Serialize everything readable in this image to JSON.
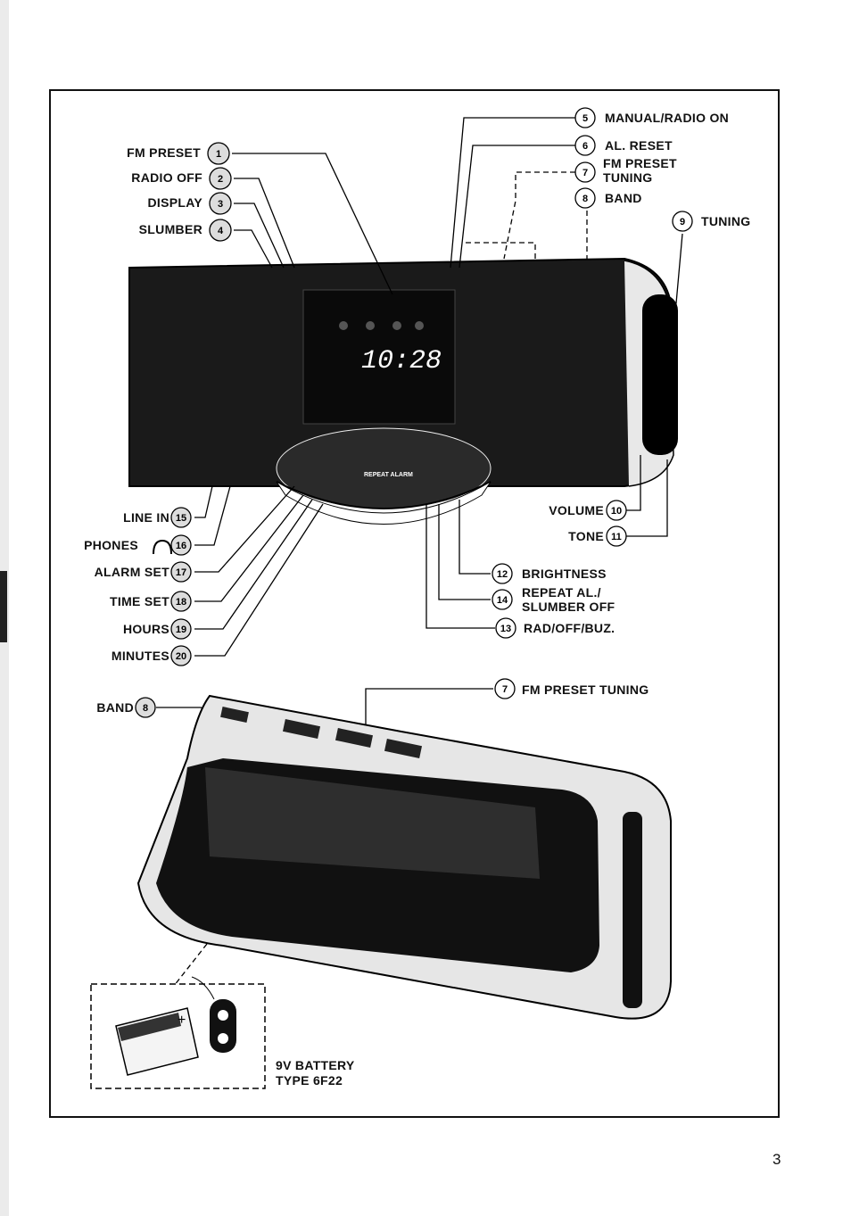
{
  "labels_left_top": [
    "FM PRESET",
    "RADIO OFF",
    "DISPLAY",
    "SLUMBER"
  ],
  "labels_right_top": [
    "MANUAL/RADIO ON",
    "AL. RESET",
    "FM PRESET",
    "TUNING",
    "BAND",
    "TUNING"
  ],
  "labels_left_bottom": [
    "LINE IN",
    "PHONES",
    "ALARM SET",
    "TIME SET",
    "HOURS",
    "MINUTES"
  ],
  "labels_right_bottom": [
    "VOLUME",
    "TONE",
    "BRIGHTNESS",
    "REPEAT AL./",
    "SLUMBER OFF",
    "RAD/OFF/BUZ."
  ],
  "numbers": {
    "n1": "1",
    "n2": "2",
    "n3": "3",
    "n4": "4",
    "n5": "5",
    "n6": "6",
    "n7": "7",
    "n8": "8",
    "n9": "9",
    "n10": "10",
    "n11": "11",
    "n12": "12",
    "n13": "13",
    "n14": "14",
    "n15": "15",
    "n16": "16",
    "n17": "17",
    "n18": "18",
    "n19": "19",
    "n20": "20"
  },
  "device": {
    "display_time": "10:28",
    "panel_label": "REPEAT ALARM"
  },
  "bottom": {
    "band": "BAND",
    "band_num": "8",
    "fm_preset_tuning": "FM PRESET TUNING",
    "fm_num": "7"
  },
  "battery": {
    "line1": "9V BATTERY",
    "line2": "TYPE 6F22",
    "plus": "+"
  },
  "page_number": "3"
}
